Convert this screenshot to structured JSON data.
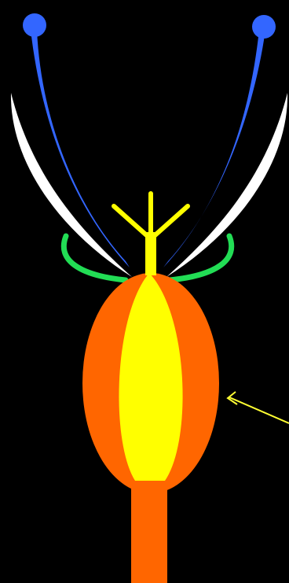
{
  "diagram": {
    "background_color": "#000000",
    "colors": {
      "stigma_style_blue": "#3366ff",
      "petal_white": "#ffffff",
      "sepal_green": "#22dd55",
      "carpel_yellow": "#ffff00",
      "ovary_wall_orange": "#ff6600",
      "pointer_arrow": "#ffff33"
    },
    "parts": [
      "left-style-with-stigma",
      "right-style-with-stigma",
      "left-white-petal",
      "right-white-petal",
      "left-green-sepal",
      "right-green-sepal",
      "yellow-branched-center",
      "orange-ovary",
      "yellow-ovary-core",
      "orange-stalk",
      "yellow-pointer-arrow"
    ],
    "labels": []
  }
}
